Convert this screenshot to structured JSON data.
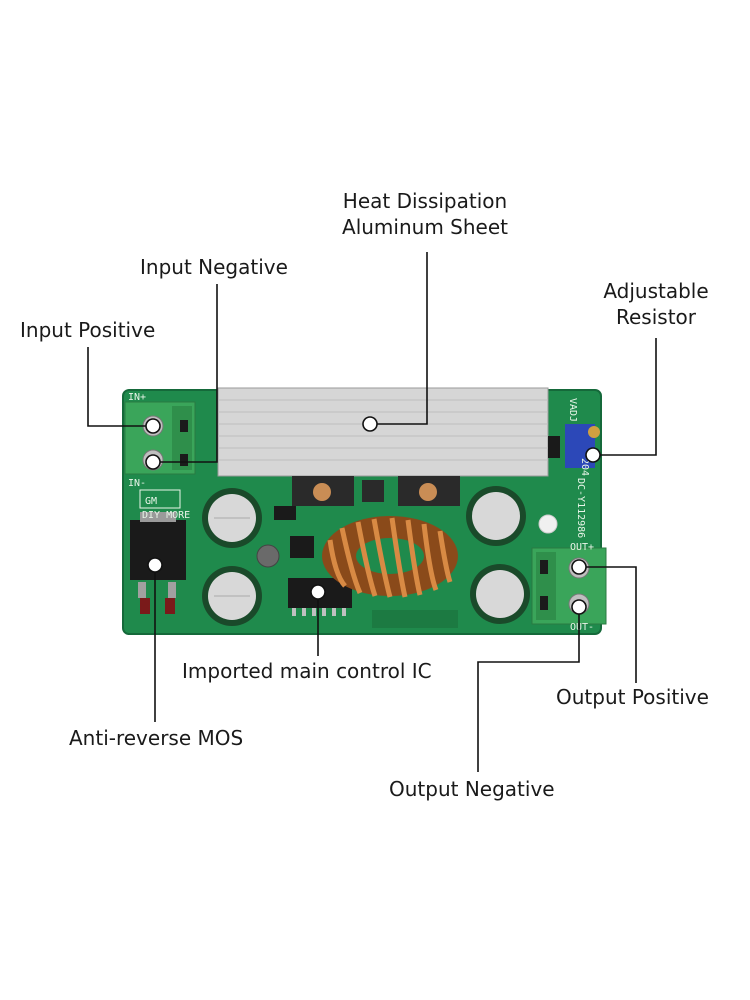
{
  "labels": {
    "heat_sink_line1": "Heat Dissipation",
    "heat_sink_line2": "Aluminum Sheet",
    "input_negative": "Input Negative",
    "input_positive": "Input Positive",
    "adjustable_line1": "Adjustable",
    "adjustable_line2": "Resistor",
    "main_ic": "Imported main control IC",
    "output_positive": "Output Positive",
    "anti_reverse": "Anti-reverse MOS",
    "output_negative": "Output Negative"
  },
  "board_silkscreen": {
    "in_plus": "IN+",
    "in_minus": "IN-",
    "logo": "DIY MORE",
    "vadj": "VADJ",
    "out_plus": "OUT+",
    "out_minus": "OUT-",
    "pot_code": "204",
    "board_id": "DC-Y112986"
  },
  "colors": {
    "pcb": "#1f8a4c",
    "terminal": "#3aa55a",
    "heatsink": "#d9d9d9",
    "pot": "#2c48b8",
    "copper": "#c9783a",
    "leader": "#111111"
  }
}
